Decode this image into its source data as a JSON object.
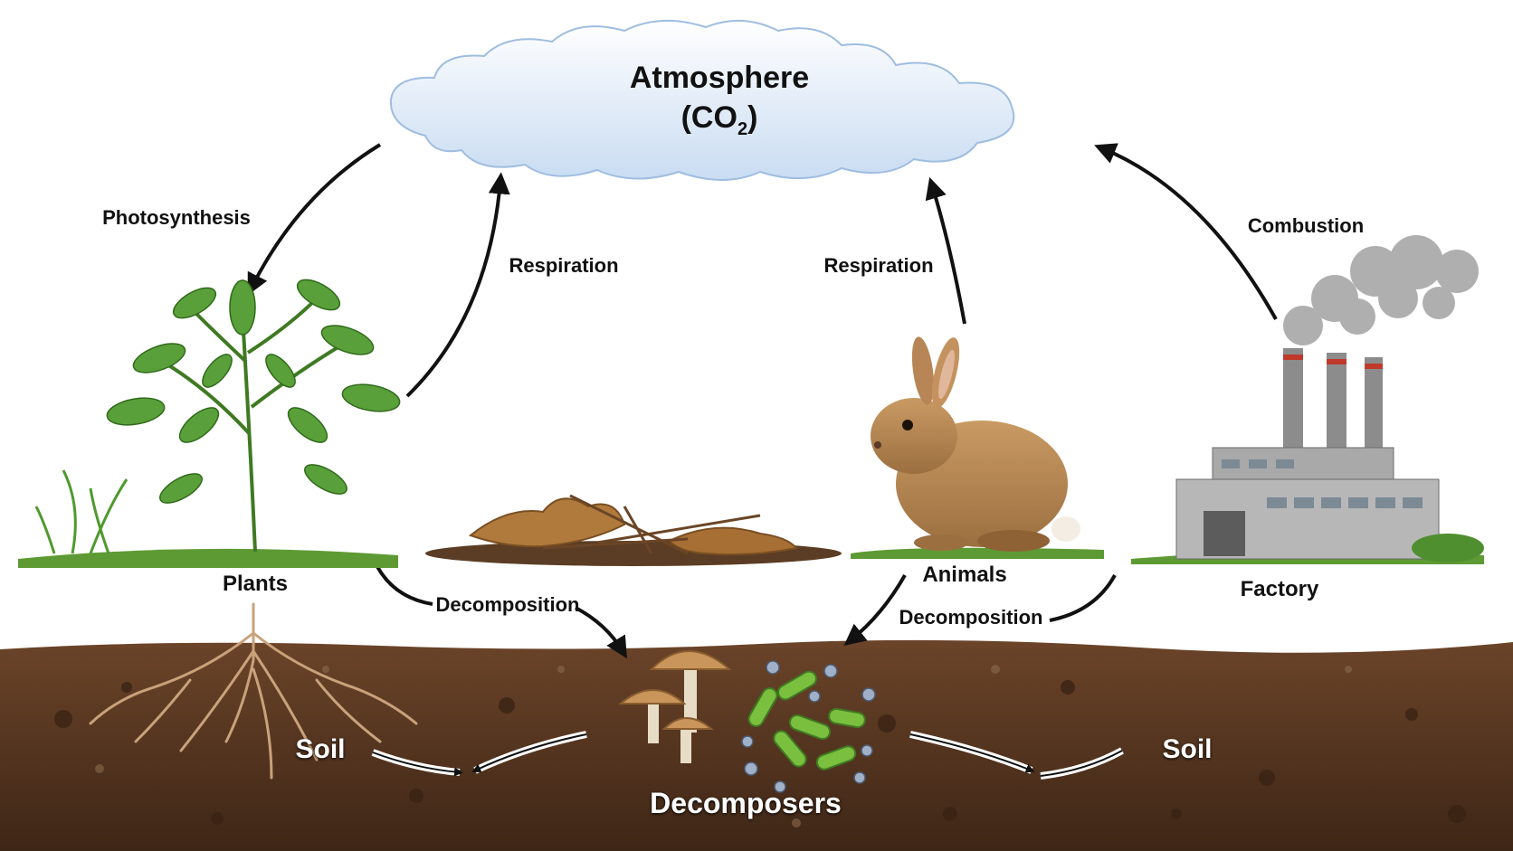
{
  "atmosphere": {
    "title": "Atmosphere",
    "formula_prefix": "(CO",
    "formula_sub": "2",
    "formula_suffix": ")"
  },
  "labels": {
    "photosynthesis": "Photosynthesis",
    "respiration_plants": "Respiration",
    "respiration_animals": "Respiration",
    "combustion": "Combustion",
    "plants": "Plants",
    "animals": "Animals",
    "factory": "Factory",
    "decomposition_left": "Decomposition",
    "decomposition_right": "Decomposition",
    "decomposers": "Decomposers",
    "soil_left": "Soil",
    "soil_right": "Soil"
  },
  "icons": [
    "cloud-icon",
    "plant-icon",
    "leaf-litter-icon",
    "rabbit-icon",
    "factory-icon",
    "mushroom-icon",
    "bacteria-icon",
    "roots-icon"
  ],
  "colors": {
    "soil": "#5a3a22",
    "cloud": "#d6e6f7",
    "arrow": "#111111",
    "plant": "#4f8f2f"
  }
}
